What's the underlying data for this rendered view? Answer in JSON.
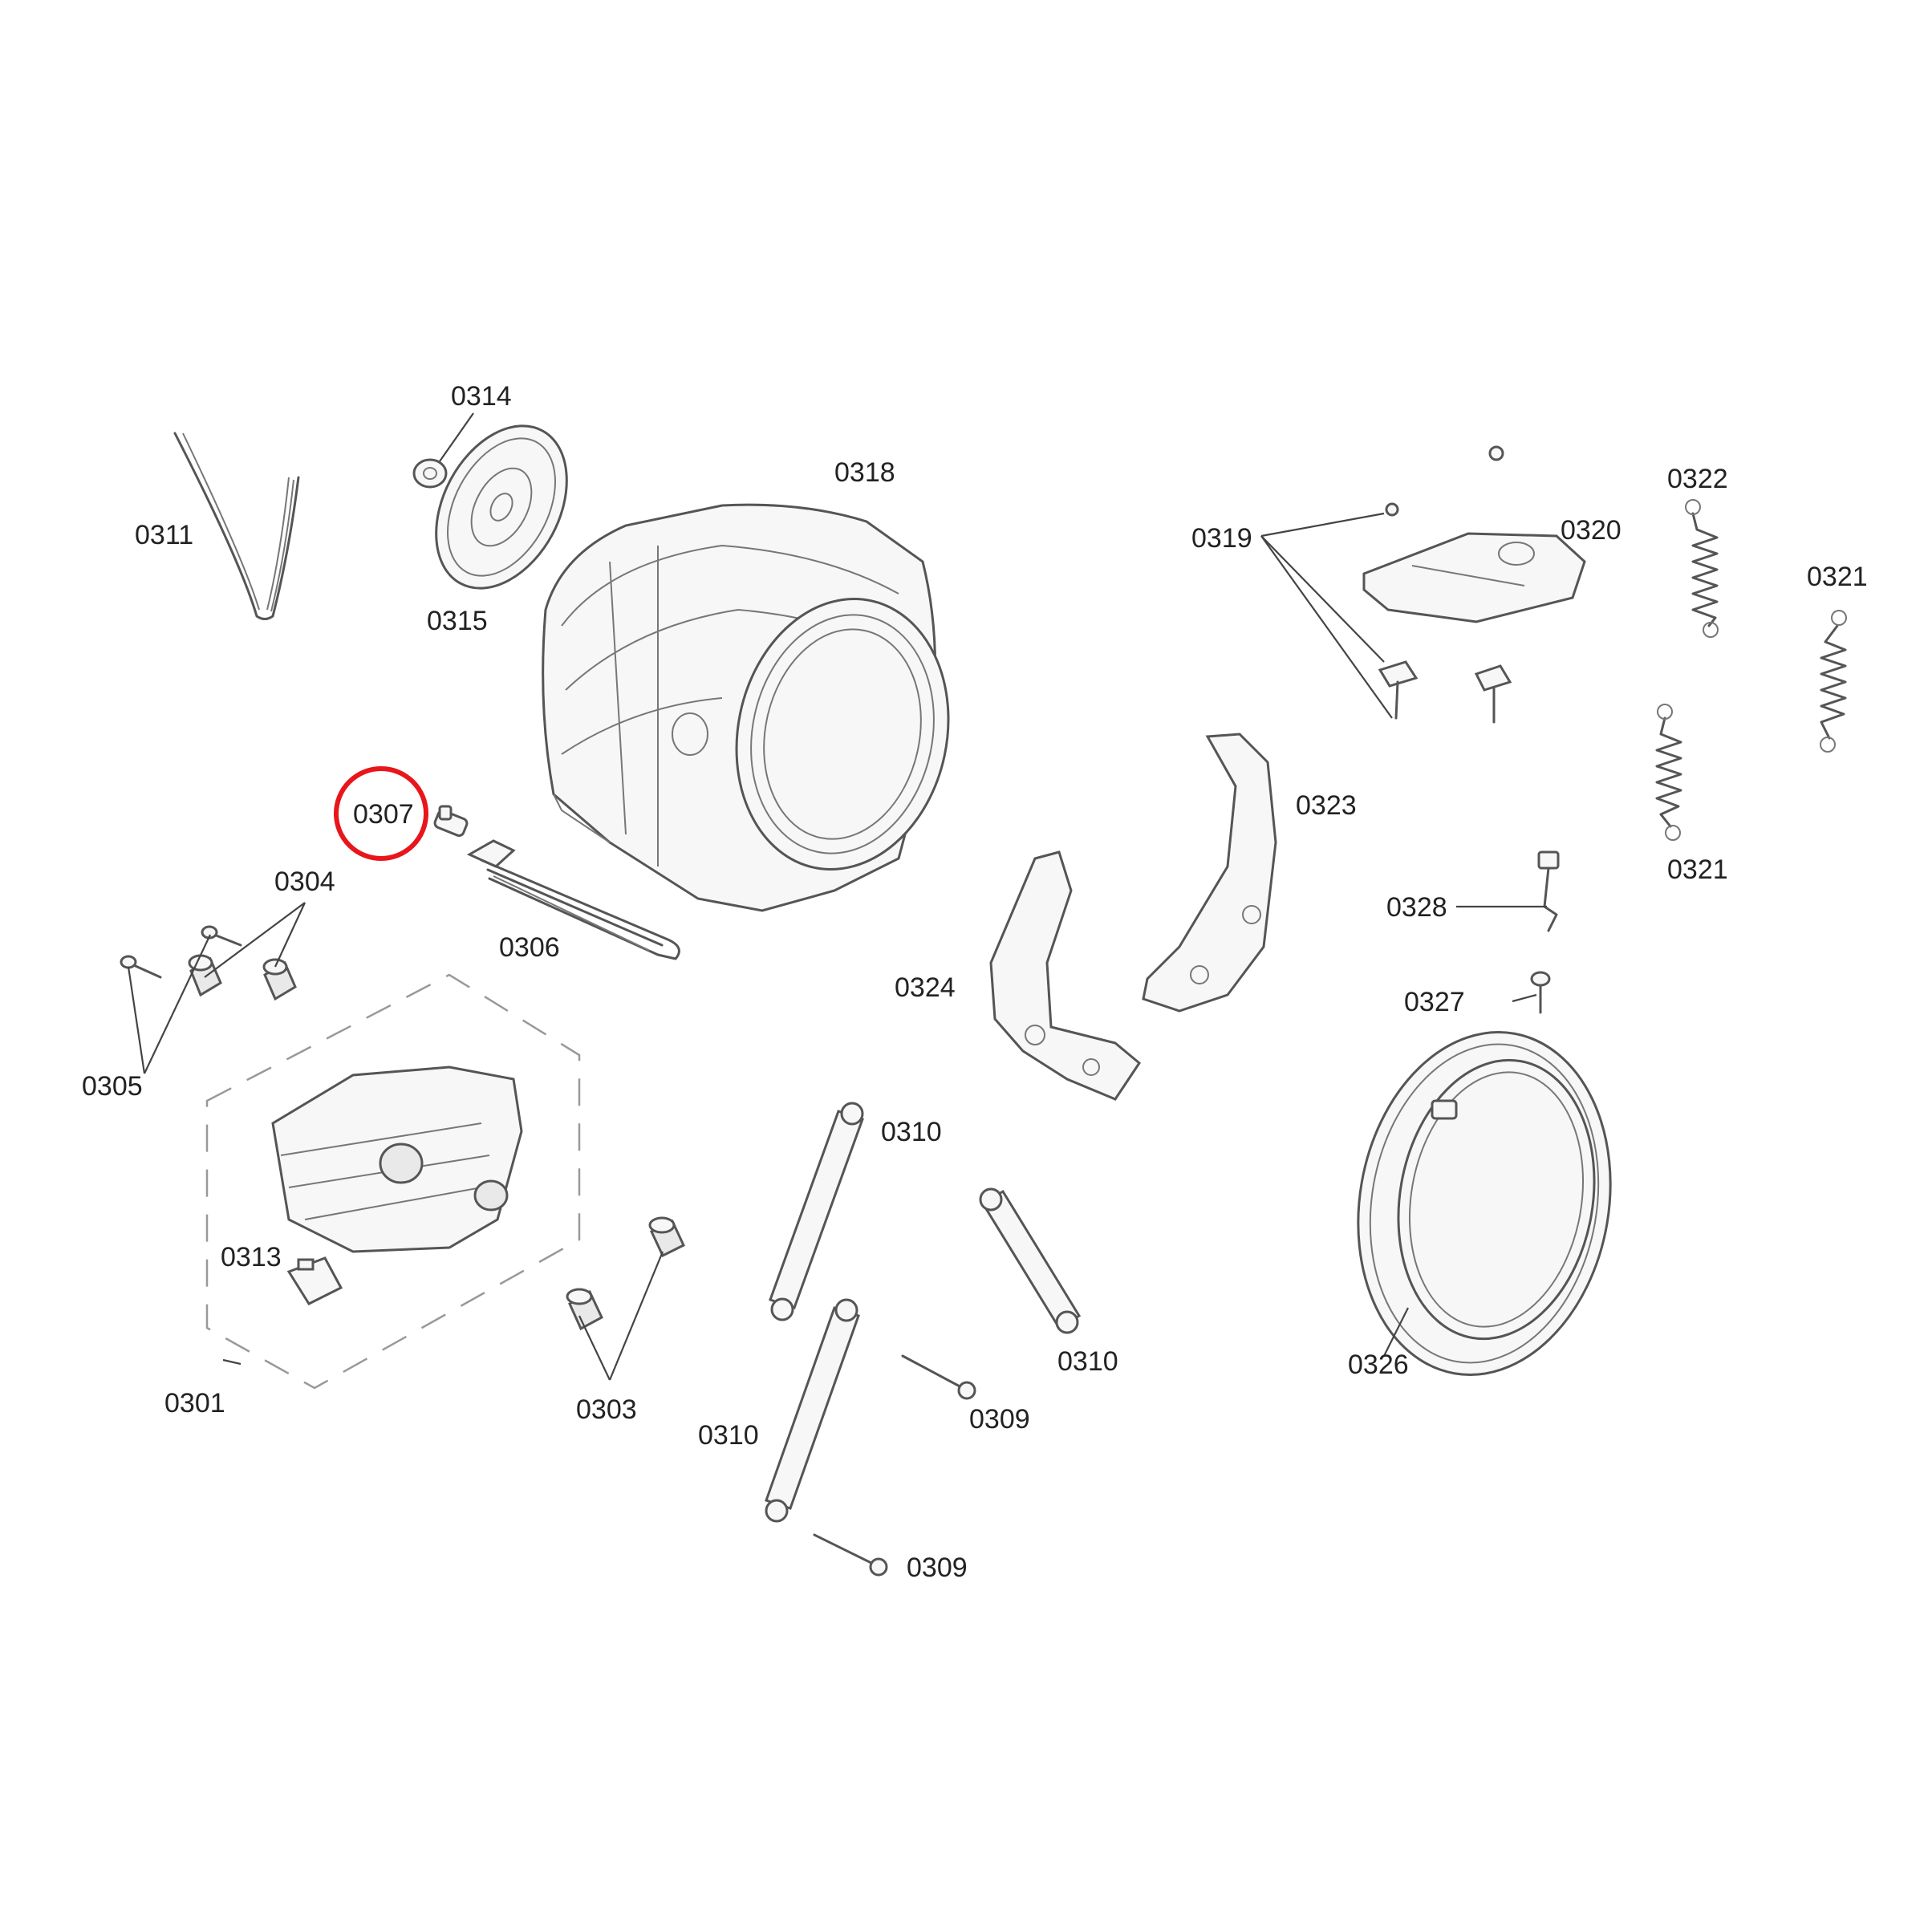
{
  "diagram": {
    "highlight_color": "#e8161b",
    "highlighted_part": "0307",
    "callouts": {
      "p0301": "0301",
      "p0303": "0303",
      "p0304": "0304",
      "p0305": "0305",
      "p0306": "0306",
      "p0307": "0307",
      "p0309a": "0309",
      "p0309b": "0309",
      "p0310a": "0310",
      "p0310b": "0310",
      "p0310c": "0310",
      "p0311": "0311",
      "p0313": "0313",
      "p0314": "0314",
      "p0315": "0315",
      "p0318": "0318",
      "p0319": "0319",
      "p0320": "0320",
      "p0321a": "0321",
      "p0321b": "0321",
      "p0322": "0322",
      "p0323": "0323",
      "p0324": "0324",
      "p0326": "0326",
      "p0327": "0327",
      "p0328": "0328"
    }
  }
}
